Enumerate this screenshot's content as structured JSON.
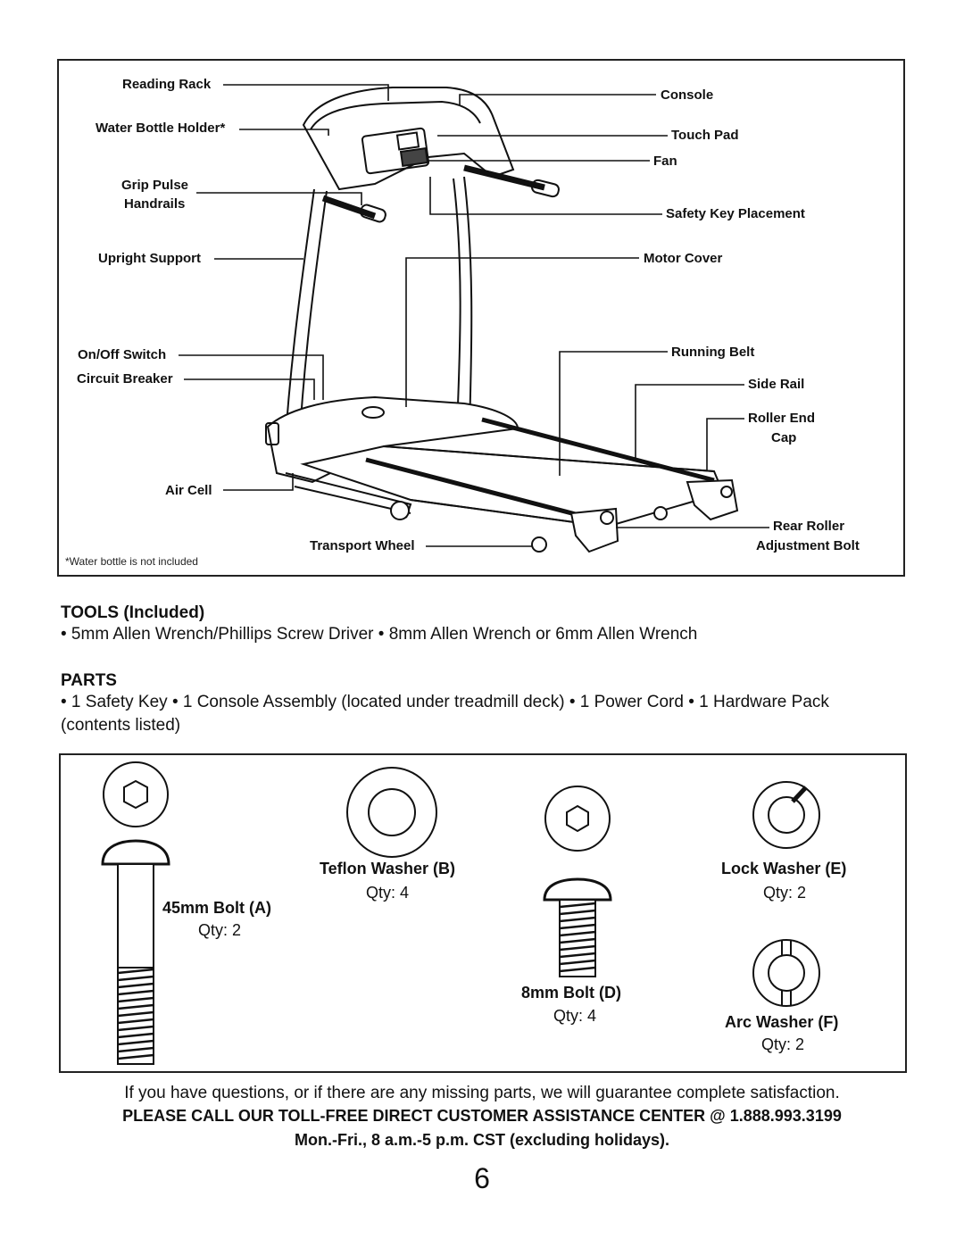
{
  "diagram": {
    "labels": {
      "reading_rack": "Reading Rack",
      "water_bottle_holder": "Water Bottle Holder*",
      "grip_pulse": "Grip Pulse",
      "handrails": "Handrails",
      "upright_support": "Upright Support",
      "on_off_switch": "On/Off Switch",
      "circuit_breaker": "Circuit Breaker",
      "air_cell": "Air Cell",
      "transport_wheel": "Transport Wheel",
      "console": "Console",
      "touch_pad": "Touch Pad",
      "fan": "Fan",
      "safety_key_placement": "Safety Key Placement",
      "motor_cover": "Motor Cover",
      "running_belt": "Running Belt",
      "side_rail": "Side Rail",
      "roller_end": "Roller End",
      "cap": "Cap",
      "rear_roller": "Rear Roller",
      "adjustment_bolt": "Adjustment Bolt"
    },
    "footnote": "*Water bottle is not included"
  },
  "tools": {
    "heading": "TOOLS (Included)",
    "text": "• 5mm Allen Wrench/Phillips Screw Driver • 8mm Allen Wrench or 6mm Allen Wrench"
  },
  "parts": {
    "heading": "PARTS",
    "text": "• 1 Safety Key • 1 Console Assembly (located under treadmill deck) • 1 Power Cord • 1 Hardware Pack (contents listed)"
  },
  "hardware": {
    "bolt_a": {
      "name": "45mm Bolt (A)",
      "qty": "Qty: 2"
    },
    "washer_b": {
      "name": "Teflon Washer (B)",
      "qty": "Qty: 4"
    },
    "bolt_d": {
      "name": "8mm Bolt (D)",
      "qty": "Qty: 4"
    },
    "washer_e": {
      "name": "Lock Washer (E)",
      "qty": "Qty: 2"
    },
    "washer_f": {
      "name": "Arc Washer (F)",
      "qty": "Qty: 2"
    }
  },
  "footer": {
    "line1": "If you have questions, or if there are any missing parts, we will guarantee complete satisfaction.",
    "line2": "PLEASE CALL OUR TOLL-FREE DIRECT CUSTOMER ASSISTANCE CENTER @ 1.888.993.3199",
    "line3": "Mon.-Fri., 8 a.m.-5 p.m. CST (excluding holidays).",
    "page_number": "6"
  }
}
